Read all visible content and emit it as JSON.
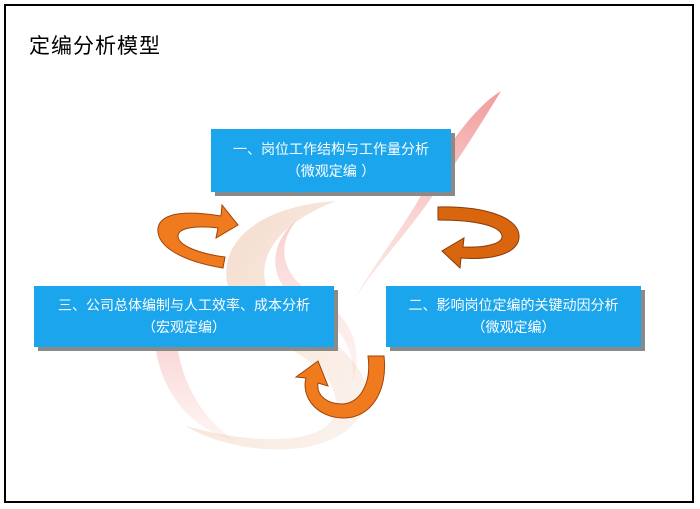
{
  "title": "定编分析模型",
  "boxes": [
    {
      "line1": "一、岗位工作结构与工作量分析",
      "line2": "（微观定编 ）"
    },
    {
      "line1": "三、公司总体编制与人工效率、成本分析",
      "line2": "（宏观定编）"
    },
    {
      "line1": "二、影响岗位定编的关键动因分析",
      "line2": "（微观定编）"
    }
  ],
  "colors": {
    "box_fill": "#1aa5ec",
    "box_shadow": "#8a8a8a",
    "arrow_orange": "#f07a1e",
    "arrow_dark": "#a0430a",
    "decor_red": "#e84a4a",
    "decor_beige": "#e8b89a"
  }
}
